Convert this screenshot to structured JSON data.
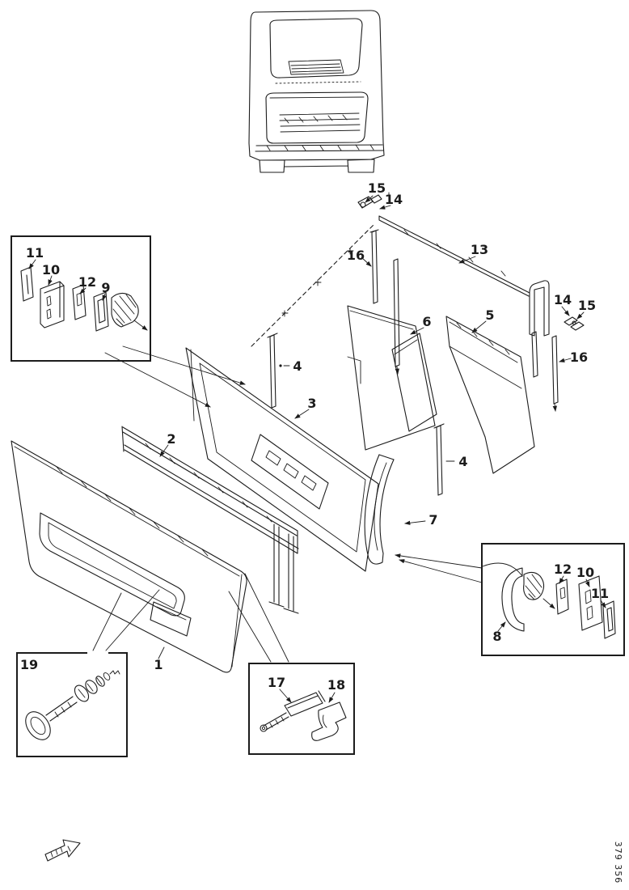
{
  "page": {
    "background": "#ffffff",
    "ink": "#1c1c1c",
    "figure_number": "379 356"
  },
  "callouts": {
    "n1": "1",
    "n2": "2",
    "n3": "3",
    "n4_left": "4",
    "n4_right": "4",
    "n5": "5",
    "n6": "6",
    "n7": "7",
    "n8": "8",
    "n9": "9",
    "n10_left": "10",
    "n10_right": "10",
    "n11_left": "11",
    "n11_right": "11",
    "n12_left": "12",
    "n12_right": "12",
    "n13": "13",
    "n14_top": "14",
    "n14_right": "14",
    "n15_top": "15",
    "n15_right": "15",
    "n16_left": "16",
    "n16_right": "16",
    "n17": "17",
    "n18": "18",
    "n19": "19"
  },
  "icons": {
    "direction_arrow": "direction-arrow"
  }
}
